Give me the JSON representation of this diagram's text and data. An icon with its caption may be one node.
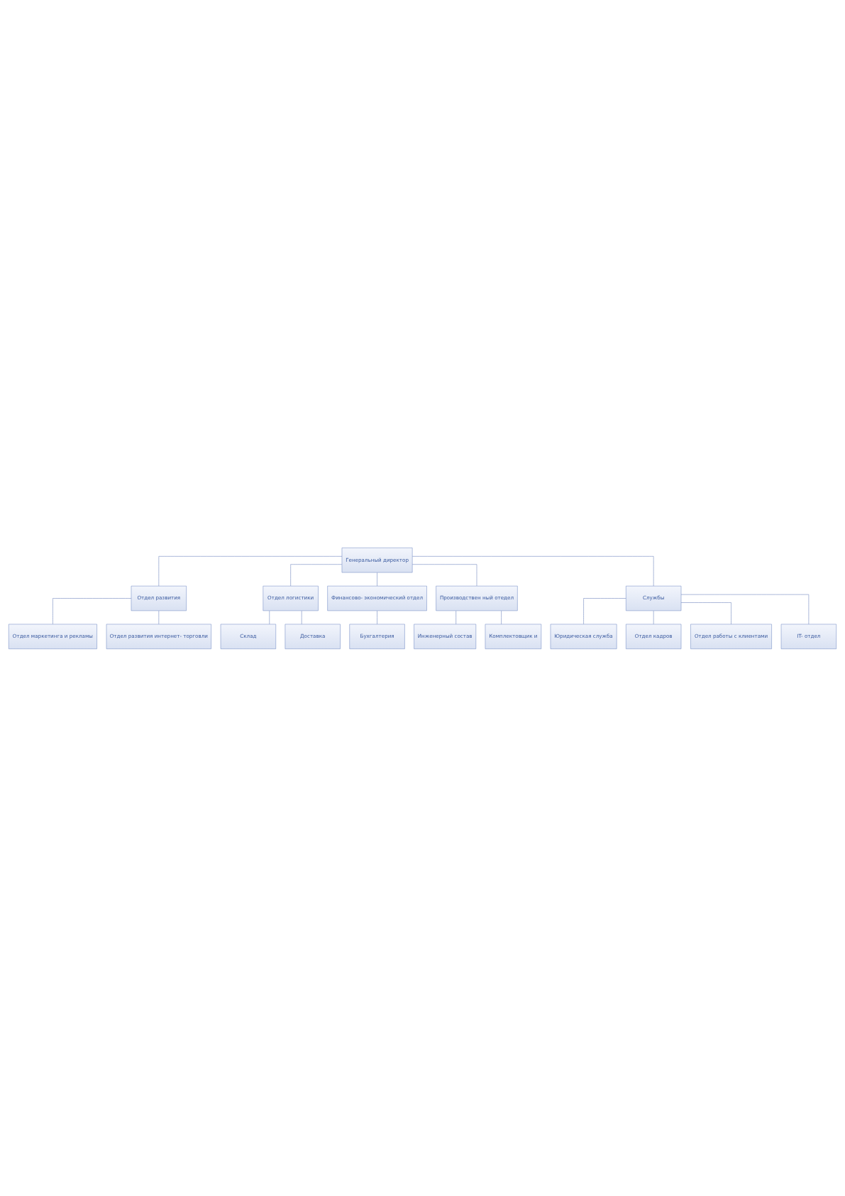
{
  "diagram": {
    "nodes": [
      {
        "text": [
          "Генеральный директор"
        ]
      },
      {
        "text": [
          "Отдел развития"
        ]
      },
      {
        "text": [
          "Отдел логистики"
        ]
      },
      {
        "text": [
          "Финансово- экономический отдел"
        ]
      },
      {
        "text": [
          "Производствен ный отедел"
        ]
      },
      {
        "text": [
          "Службы"
        ]
      },
      {
        "text": [
          "Отдел маркетинга и рекламы"
        ]
      },
      {
        "text": [
          "Отдел развития интернет- торговли"
        ]
      },
      {
        "text": [
          "Склад"
        ]
      },
      {
        "text": [
          "Доставка"
        ]
      },
      {
        "text": [
          "Бухгалтерия"
        ]
      },
      {
        "text": [
          "Инженерный состав"
        ]
      },
      {
        "text": [
          "Комплектовщик и"
        ]
      },
      {
        "text": [
          "Юридическая служба"
        ]
      },
      {
        "text": [
          "Отдел кадров"
        ]
      },
      {
        "text": [
          "Отдел работы с клиентами"
        ]
      },
      {
        "text": [
          "IT- отдел"
        ]
      }
    ],
    "edges": [
      {
        "from": 0,
        "to": 1,
        "arrow": "none"
      },
      {
        "from": 0,
        "to": 2,
        "arrow": "none"
      },
      {
        "from": 0,
        "to": 3,
        "arrow": "none"
      },
      {
        "from": 0,
        "to": 4,
        "arrow": "none"
      },
      {
        "from": 0,
        "to": 5,
        "arrow": "none"
      },
      {
        "from": 1,
        "to": 6,
        "arrow": "none"
      },
      {
        "from": 1,
        "to": 7,
        "arrow": "none"
      },
      {
        "from": 2,
        "to": 8,
        "arrow": "none"
      },
      {
        "from": 2,
        "to": 9,
        "arrow": "none"
      },
      {
        "from": 3,
        "to": 10,
        "arrow": "none"
      },
      {
        "from": 4,
        "to": 11,
        "arrow": "none"
      },
      {
        "from": 4,
        "to": 12,
        "arrow": "none"
      },
      {
        "from": 5,
        "to": 13,
        "arrow": "none"
      },
      {
        "from": 5,
        "to": 14,
        "arrow": "none"
      },
      {
        "from": 5,
        "to": 15,
        "arrow": "none"
      },
      {
        "from": 5,
        "to": 16,
        "arrow": "none"
      }
    ]
  }
}
